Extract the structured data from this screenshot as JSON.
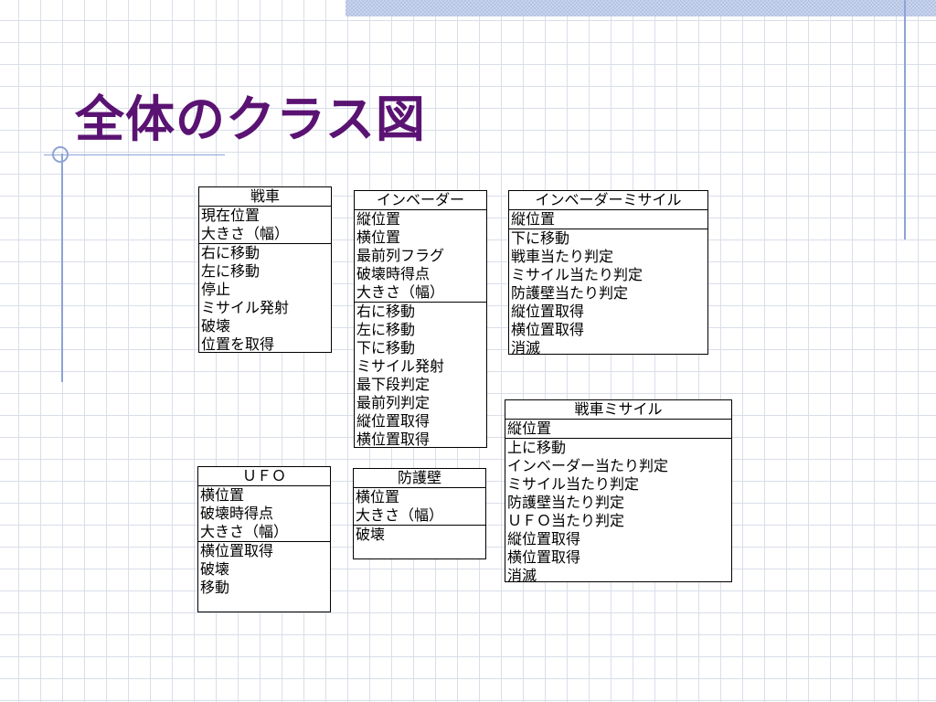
{
  "slide": {
    "title": "全体のクラス図"
  },
  "colors": {
    "title": "#5a1372",
    "accent_line": "#8ea3d6",
    "grid": "#d9deea"
  },
  "classes": {
    "tank": {
      "name": "戦車",
      "attributes": [
        "現在位置",
        "大きさ（幅）"
      ],
      "operations": [
        "右に移動",
        "左に移動",
        "停止",
        "ミサイル発射",
        "破壊",
        "位置を取得"
      ]
    },
    "invader": {
      "name": "インベーダー",
      "attributes": [
        "縦位置",
        "横位置",
        "最前列フラグ",
        "破壊時得点",
        "大きさ（幅）"
      ],
      "operations": [
        "右に移動",
        "左に移動",
        "下に移動",
        "ミサイル発射",
        "最下段判定",
        "最前列判定",
        "縦位置取得",
        "横位置取得"
      ]
    },
    "invader_missile": {
      "name": "インベーダーミサイル",
      "attributes": [
        "縦位置"
      ],
      "operations": [
        "下に移動",
        "戦車当たり判定",
        "ミサイル当たり判定",
        "防護壁当たり判定",
        "縦位置取得",
        "横位置取得",
        "消滅"
      ]
    },
    "tank_missile": {
      "name": "戦車ミサイル",
      "attributes": [
        "縦位置"
      ],
      "operations": [
        "上に移動",
        "インベーダー当たり判定",
        "ミサイル当たり判定",
        "防護壁当たり判定",
        "ＵＦＯ当たり判定",
        "縦位置取得",
        "横位置取得",
        "消滅"
      ]
    },
    "ufo": {
      "name": "ＵＦＯ",
      "attributes": [
        "横位置",
        "破壊時得点",
        "大きさ（幅）"
      ],
      "operations": [
        "横位置取得",
        "破壊",
        "移動"
      ]
    },
    "barrier": {
      "name": "防護壁",
      "attributes": [
        "横位置",
        "大きさ（幅）"
      ],
      "operations": [
        "破壊"
      ]
    }
  }
}
